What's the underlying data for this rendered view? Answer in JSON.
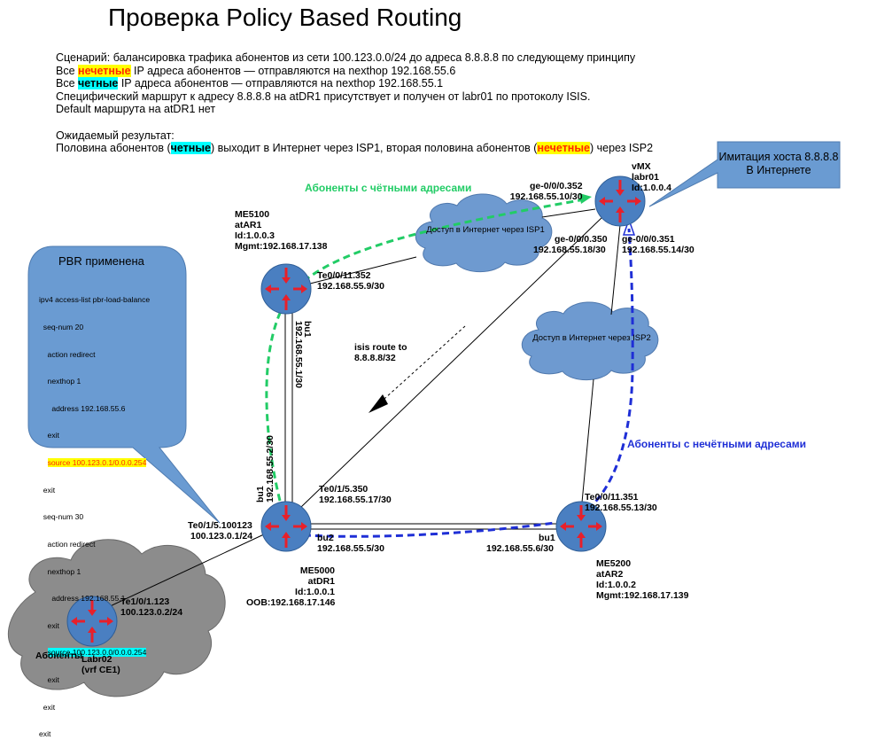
{
  "title": "Проверка Policy Based Routing",
  "scenario": {
    "line1": "Сценарий: балансировка трафика абонентов из сети 100.123.0.0/24  до адреса 8.8.8.8 по следующему принципу",
    "line2_pre": "Все ",
    "line2_hl": "нечетные",
    "line2_post": " IP адреса абонентов — отправляются на nexthop 192.168.55.6",
    "line3_pre": "Все ",
    "line3_hl": "четные",
    "line3_post": " IP адреса абонентов — отправляются на nexthop 192.168.55.1",
    "line4": "Специфический маршрут к адресу 8.8.8.8 на atDR1 присутствует и получен от labr01 по протоколу ISIS.",
    "line5": "Default маршрута  на atDR1 нет",
    "expected_title": "Ожидаемый результат:",
    "expected_pre": "Половина абонентов (",
    "expected_hl1": "четные",
    "expected_mid": ") выходит в Интернет через ISP1, вторая половина абонентов (",
    "expected_hl2": "нечетные",
    "expected_post": ") через ISP2"
  },
  "flows": {
    "even": "Абоненты с чётными адресами",
    "odd": "Абоненты с нечётными адресами"
  },
  "vmx_host": {
    "line1": "Имитация хоста 8.8.8.8",
    "line2": "В Интернете"
  },
  "clouds": {
    "isp1": "Доступ в Интернет через ISP1",
    "isp2": "Доступ в Интернет через ISP2"
  },
  "isis_route": {
    "line1": "isis route to",
    "line2": "8.8.8.8/32"
  },
  "pbr": {
    "title": "PBR применена",
    "cfg_lines": [
      "ipv4 access-list pbr-load-balance",
      "  seq-num 20",
      "    action redirect",
      "    nexthop 1",
      "      address 192.168.55.6",
      "    exit"
    ],
    "source_odd": "source 100.123.0.1/0.0.0.254",
    "cfg_lines2": [
      "  exit",
      "  seq-num 30",
      "    action redirect",
      "    nexthop 1",
      "      address 192.168.55.1",
      "    exit"
    ],
    "source_even": "source 100.123.0.0/0.0.0.254",
    "cfg_lines3": [
      "    exit",
      "  exit",
      "exit"
    ]
  },
  "nodes": {
    "vmx": {
      "l1": "vMX",
      "l2": "labr01",
      "l3": "Id:1.0.0.4"
    },
    "atar1": {
      "l1": "ME5100",
      "l2": "atAR1",
      "l3": "Id:1.0.0.3",
      "l4": "Mgmt:192.168.17.138"
    },
    "atdr1": {
      "l1": "ME5000",
      "l2": "atDR1",
      "l3": "Id:1.0.0.1",
      "l4": "OOB:192.168.17.146"
    },
    "atar2": {
      "l1": "ME5200",
      "l2": "atAR2",
      "l3": "Id:1.0.0.2",
      "l4": "Mgmt:192.168.17.139"
    },
    "labr02": {
      "l1": "Абоненты",
      "l2": "Labr02",
      "l3": "(vrf CE1)"
    }
  },
  "ifaces": {
    "vmx_352_a": "ge-0/0/0.352",
    "vmx_352_b": "192.168.55.10/30",
    "vmx_350_a": "ge-0/0/0.350",
    "vmx_350_b": "192.168.55.18/30",
    "vmx_351_a": "ge-0/0/0.351",
    "vmx_351_b": "192.168.55.14/30",
    "ar1_te_a": "Te0/0/11.352",
    "ar1_te_b": "192.168.55.9/30",
    "ar1_bu1": "bu1",
    "ar1_bu1_ip": "192.168.55.1/30",
    "dr1_bu1": "bu1",
    "dr1_bu1_ip": "192.168.55.2/30",
    "dr1_te15_a": "Te0/1/5.350",
    "dr1_te15_b": "192.168.55.17/30",
    "dr1_sub_a": "Te0/1/5.100123",
    "dr1_sub_b": "100.123.0.1/24",
    "dr1_bu2": "bu2",
    "dr1_bu2_ip": "192.168.55.5/30",
    "ar2_te_a": "Te0/0/11.351",
    "ar2_te_b": "192.168.55.13/30",
    "ar2_bu1": "bu1",
    "ar2_bu1_ip": "192.168.55.6/30",
    "labr02_te_a": "Te1/0/1.123",
    "labr02_te_b": "100.123.0.2/24"
  },
  "colors": {
    "router_fill": "#4a7fc1",
    "cloud_blue": "#6e9ad0",
    "cloud_gray": "#8c8c8c",
    "bubble": "#6a9bd2",
    "even_flow": "#22cc66",
    "odd_flow": "#1f2fd6",
    "arrow_red": "#e8202a"
  }
}
